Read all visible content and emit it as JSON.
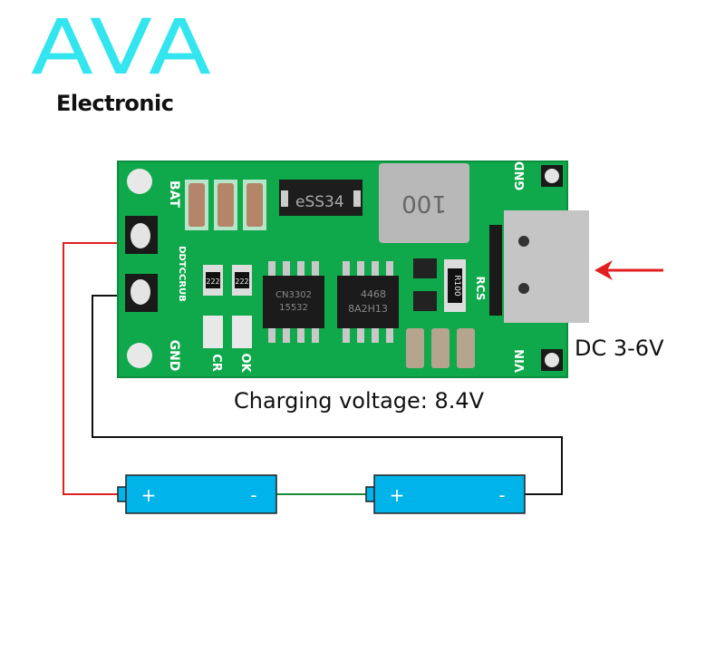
{
  "brand": {
    "logo": "AVA",
    "subtitle": "Electronic"
  },
  "board": {
    "labels": {
      "bat": "BAT",
      "gnd_left": "GND",
      "gnd_right": "GND",
      "vin": "VIN",
      "rcs": "RCS",
      "cr": "CR",
      "ok": "OK",
      "model": "DDTCCRUB"
    },
    "components": {
      "diode": "eSS34",
      "inductor": "100",
      "ic1_line1": "CN3302",
      "ic1_line2": "15532",
      "ic2_line1": "4468",
      "ic2_line2": "8A2H13",
      "res1": "222",
      "res2": "222",
      "rcs_res": "R100"
    }
  },
  "annotations": {
    "input": "DC 3-6V",
    "charging_voltage": "Charging voltage: 8.4V"
  },
  "batteries": [
    {
      "plus": "+",
      "minus": "-"
    },
    {
      "plus": "+",
      "minus": "-"
    }
  ],
  "colors": {
    "logo": "#33e5ee",
    "pcb": "#0fa84a",
    "battery": "#00b4ea",
    "wire_positive": "#e02020",
    "wire_series": "#1a8a3a",
    "wire_negative": "#111111",
    "arrow": "#e02020"
  }
}
